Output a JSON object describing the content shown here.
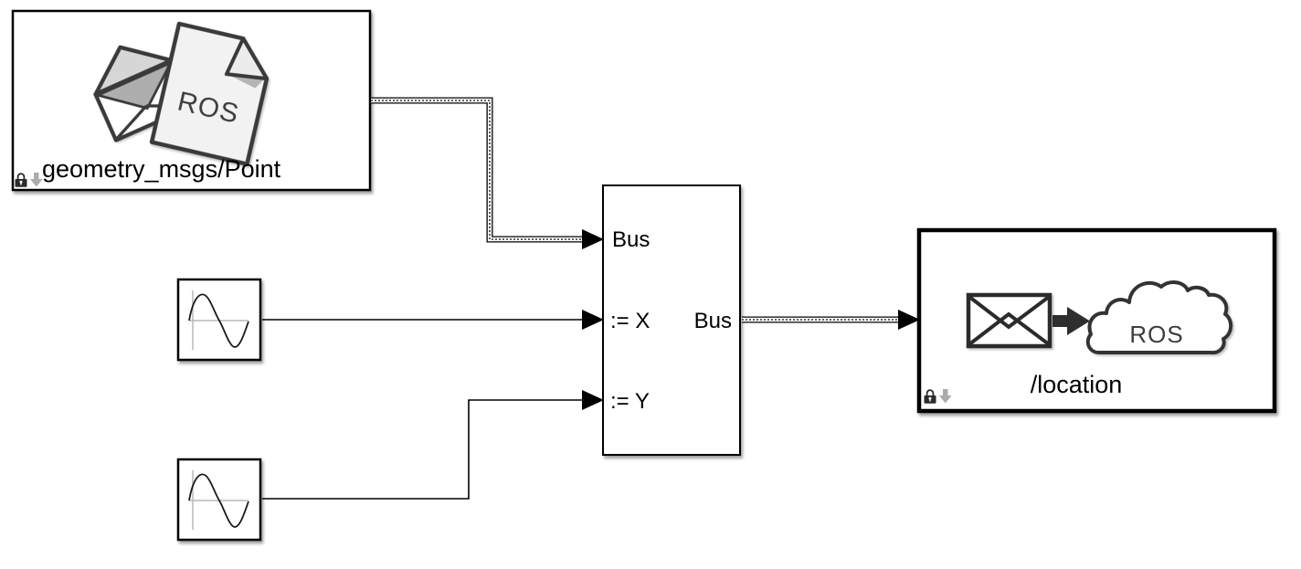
{
  "canvas": {
    "background": "#ffffff"
  },
  "blocks": {
    "blank_message": {
      "label": "geometry_msgs/Point",
      "document_text": "ROS",
      "icons": [
        "open-envelope-icon",
        "ros-document-icon"
      ],
      "badges": [
        "lock-icon",
        "library-link-down-arrow-icon"
      ]
    },
    "sine_wave_1": {
      "icon": "sine-wave-icon"
    },
    "sine_wave_2": {
      "icon": "sine-wave-icon"
    },
    "bus_assignment": {
      "input_ports": [
        {
          "label": "Bus"
        },
        {
          "label": ":= X"
        },
        {
          "label": ":= Y"
        }
      ],
      "output_ports": [
        {
          "label": "Bus"
        }
      ]
    },
    "publish": {
      "label": "/location",
      "cloud_text": "ROS",
      "icons": [
        "closed-envelope-icon",
        "arrow-icon",
        "ros-cloud-icon"
      ],
      "badges": [
        "lock-icon",
        "library-link-down-arrow-icon"
      ]
    }
  },
  "connections": [
    {
      "from": "blank_message",
      "to": "bus_assignment.Bus",
      "style": "bus"
    },
    {
      "from": "sine_wave_1",
      "to": "bus_assignment.:= X",
      "style": "signal"
    },
    {
      "from": "sine_wave_2",
      "to": "bus_assignment.:= Y",
      "style": "signal"
    },
    {
      "from": "bus_assignment.Bus",
      "to": "publish",
      "style": "bus"
    }
  ],
  "colors": {
    "background": "#ffffff",
    "block_border": "#000000",
    "icon_stroke": "#3a3a3a",
    "document_fill": "#f2f2f2",
    "envelope_flap": "#d6d6d6",
    "envelope_inner": "#aeaeae",
    "sine_axis": "#b9b9b9",
    "badge_arrow": "#ababab",
    "signal_line": "#000000"
  }
}
